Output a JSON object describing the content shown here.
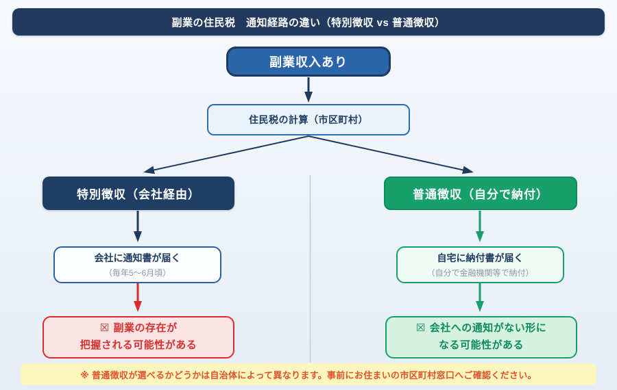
{
  "title": "副業の住民税　通知経路の違い（特別徴収 vs 普通徴収）",
  "flow": {
    "start": {
      "label": "副業収入あり"
    },
    "calc": {
      "label": "住民税の計算（市区町村）"
    },
    "left": {
      "branch": "特別徴収（会社経由）",
      "notice_line1": "会社に通知書が届く",
      "notice_line2": "（毎年5〜6月頃）",
      "result_icon": "☒",
      "result_line1": "副業の存在が",
      "result_line2": "把握される可能性がある"
    },
    "right": {
      "branch": "普通徴収（自分で納付）",
      "notice_line1": "自宅に納付書が届く",
      "notice_line2": "（自分で金融機関等で納付）",
      "result_icon": "☒",
      "result_line1": "会社への通知がない形に",
      "result_line2": "なる可能性がある"
    },
    "note": "※ 普通徴収が選べるかどうかは自治体によって異なります。事前にお住まいの市区町村窓口へご確認ください。"
  },
  "colors": {
    "title_bar": "#223a5e",
    "start_fill": "#2a64a9",
    "start_border": "#1d3a5f",
    "calc_fill": "#eaf3fb",
    "calc_border": "#2d6cb2",
    "special_fill": "#203d63",
    "ordinary_fill": "#18a06c",
    "risk_fill": "#fde4e4",
    "risk_border": "#da2c2c",
    "risk_text": "#d63030",
    "safe_fill": "#d5f2e1",
    "safe_border": "#16a069",
    "safe_text": "#0e8a5e",
    "note_fill": "#fbf6bc",
    "note_text": "#e0532d",
    "arrow_navy": "#1e3a5f",
    "arrow_green": "#17a06b",
    "arrow_red": "#d92b2b",
    "divider": "#c9d2de"
  }
}
